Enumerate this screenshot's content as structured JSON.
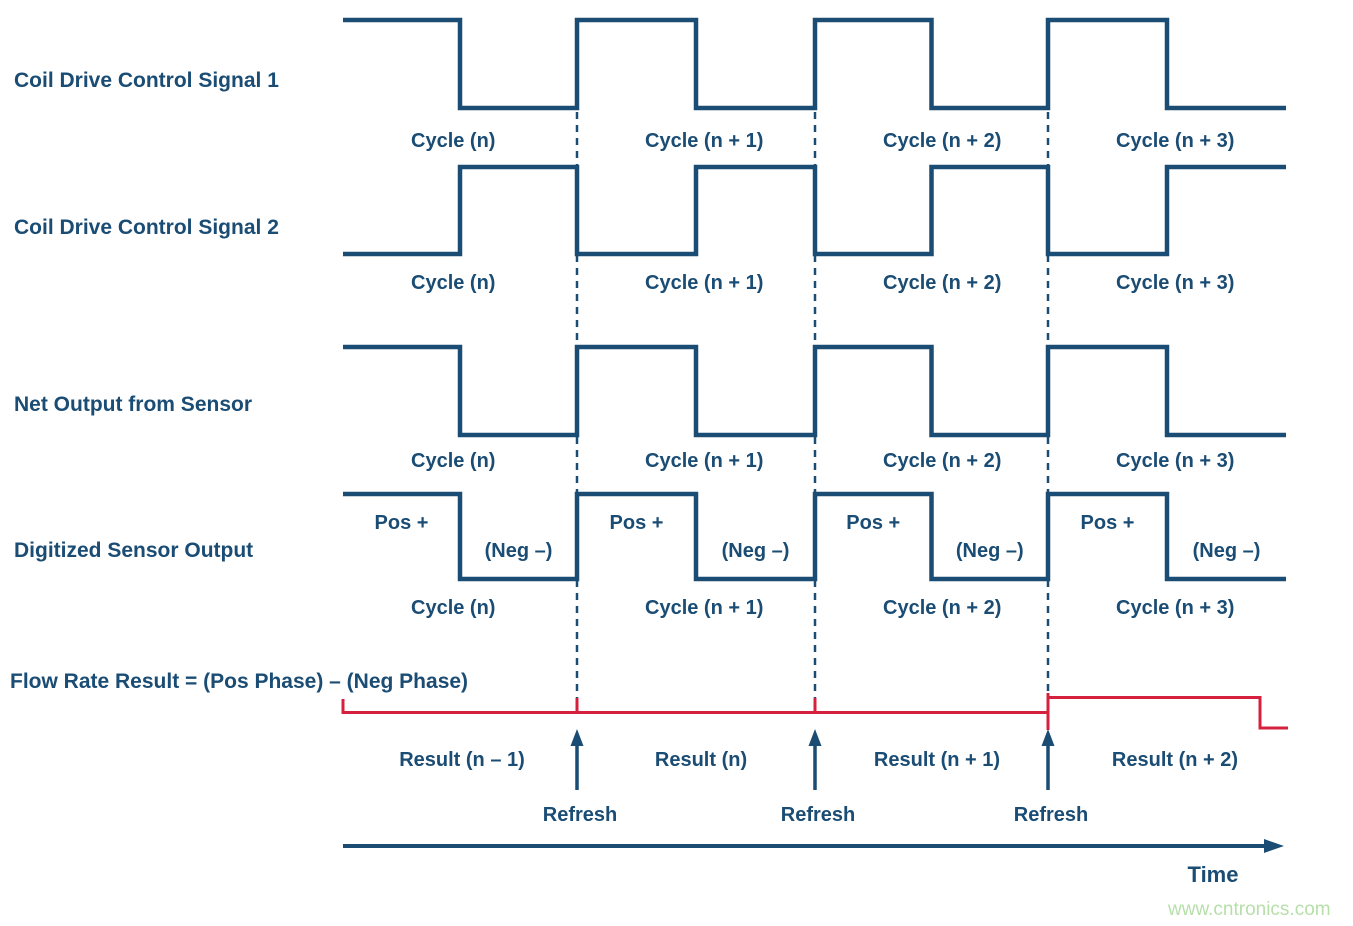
{
  "colors": {
    "navy": "#1a4c74",
    "red": "#d5203e",
    "watermark_green": "#b7dfaa",
    "background": "#ffffff"
  },
  "signals": [
    {
      "label": "Coil Drive Control Signal 1",
      "first_half": "high"
    },
    {
      "label": "Coil Drive Control Signal 2",
      "first_half": "low"
    },
    {
      "label": "Net Output from Sensor",
      "first_half": "high"
    },
    {
      "label": "Digitized Sensor Output",
      "first_half": "high",
      "pos_phase_label": "Pos +",
      "neg_phase_label": "(Neg –)"
    }
  ],
  "cycle_labels": [
    "Cycle (n)",
    "Cycle (n + 1)",
    "Cycle (n + 2)",
    "Cycle (n + 3)"
  ],
  "flow_rate_formula": "Flow Rate Result = (Pos Phase) – (Neg Phase)",
  "result_labels": [
    "Result (n – 1)",
    "Result (n)",
    "Result (n + 1)",
    "Result (n + 2)"
  ],
  "refresh_label": "Refresh",
  "time_label": "Time",
  "watermark": "www.cntronics.com"
}
